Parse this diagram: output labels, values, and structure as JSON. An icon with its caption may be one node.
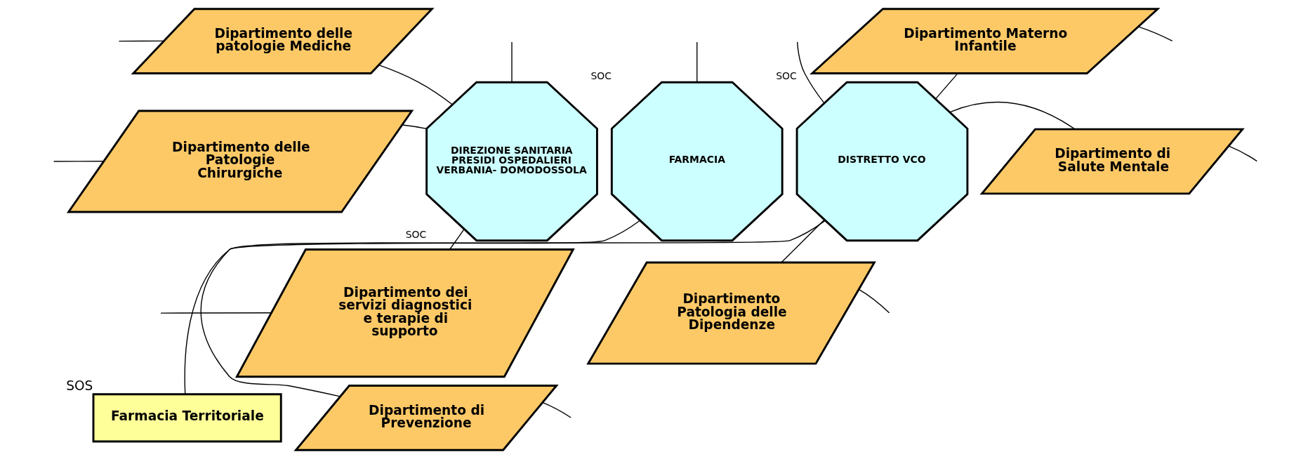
{
  "diagram": {
    "nodes": [
      {
        "text": [
          "Dipartimento delle patologie Mediche"
        ]
      },
      {
        "text": [
          "Dipartimento delle Patologie Chirurgiche"
        ]
      },
      {
        "text": [
          "Dipartimento dei servizi diagnostici e terapie di supporto"
        ]
      },
      {
        "text": [
          "DIREZIONE SANITARIA PRESIDI OSPEDALIERI VERBANIA- DOMODOSSOLA"
        ],
        "beside": [
          "SOC"
        ]
      },
      {
        "text": [
          "FARMACIA"
        ],
        "beside": [
          "SOC"
        ]
      },
      {
        "text": [
          "DISTRETTO VCO"
        ],
        "beside": [
          "SOC"
        ]
      },
      {
        "text": [
          "Farmacia Territoriale"
        ],
        "beside": [
          "SOS"
        ]
      },
      {
        "text": [
          "Dipartimento Materno Infantile"
        ]
      },
      {
        "text": [
          "Dipartimento di Salute Mentale"
        ]
      },
      {
        "text": [
          "Dipartimento Patologia delle Dipendenze"
        ]
      },
      {
        "text": [
          "Dipartimento di Prevenzione"
        ]
      }
    ],
    "edges": [
      {
        "from": null,
        "to": 0,
        "arrow": "none"
      },
      {
        "from": null,
        "to": 1,
        "arrow": "none"
      },
      {
        "from": null,
        "to": 2,
        "arrow": "none"
      },
      {
        "from": null,
        "to": 3,
        "arrow": "none"
      },
      {
        "from": null,
        "to": 4,
        "arrow": "none"
      },
      {
        "from": null,
        "to": 5,
        "arrow": "none"
      },
      {
        "from": 0,
        "to": 3,
        "arrow": "none"
      },
      {
        "from": 1,
        "to": 3,
        "arrow": "none"
      },
      {
        "from": 2,
        "to": 3,
        "arrow": "none"
      },
      {
        "from": 4,
        "to": 6,
        "arrow": "none"
      },
      {
        "from": 5,
        "to": 7,
        "arrow": "none"
      },
      {
        "from": 5,
        "to": 8,
        "arrow": "none"
      },
      {
        "from": 5,
        "to": 9,
        "arrow": "none"
      },
      {
        "from": 5,
        "to": 10,
        "arrow": "none"
      },
      {
        "from": 7,
        "to": null,
        "arrow": "none"
      },
      {
        "from": 8,
        "to": null,
        "arrow": "none"
      },
      {
        "from": 9,
        "to": null,
        "arrow": "none"
      },
      {
        "from": 10,
        "to": null,
        "arrow": "none"
      }
    ]
  }
}
